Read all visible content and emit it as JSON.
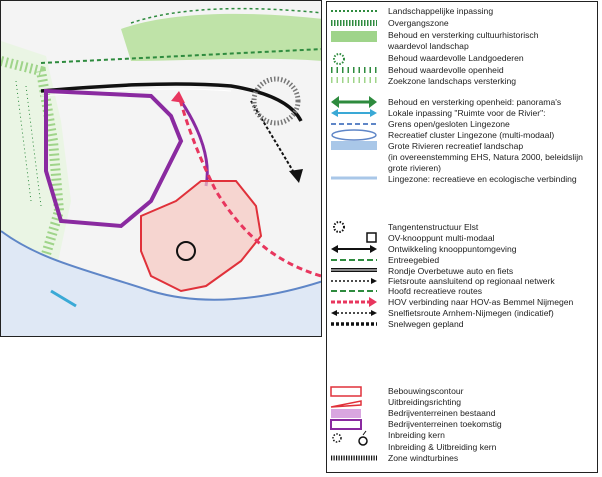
{
  "colors": {
    "green_dark": "#2e8b3e",
    "green_light": "#9fd48a",
    "purple": "#8a2aa0",
    "purple_light": "#d9a6e0",
    "red": "#e0313a",
    "red_fill": "#f6c8c0",
    "pink_dash": "#e8365e",
    "blue_light": "#a9c7e8",
    "blue_line": "#5f86c7",
    "cyan": "#3aa9d6",
    "black": "#111111"
  },
  "legend": {
    "items": [
      {
        "label": "Landschappelijke inpassing",
        "icon": "green-dotted-line-icon"
      },
      {
        "label": "Overgangszone",
        "icon": "green-hatched-band-icon"
      },
      {
        "label": "Behoud en versterking cultuurhistorisch",
        "icon": "green-area-icon"
      },
      {
        "label": "waardevol landschap",
        "icon": ""
      },
      {
        "label": "Behoud waardevolle Landgoederen",
        "icon": "dotted-circle-green-icon"
      },
      {
        "label": "Behoud waardevolle openheid",
        "icon": "green-stripes-icon"
      },
      {
        "label": "Zoekzone landschaps versterking",
        "icon": "light-green-stripes-icon"
      },
      {
        "label": "Behoud en versterking openheid: panorama's",
        "icon": "green-double-arrow-icon"
      },
      {
        "label": "Lokale inpassing \"Ruimte voor de Rivier\":",
        "icon": "cyan-double-arrow-icon"
      },
      {
        "label": "Grens open/gesloten Lingezone",
        "icon": "blue-dash-line-icon"
      },
      {
        "label": "Recreatief cluster Lingezone (multi-modaal)",
        "icon": "blue-ellipse-icon"
      },
      {
        "label": "Grote Rivieren recreatief landschap",
        "icon": "blue-area-icon"
      },
      {
        "label": "(in overeenstemming EHS, Natura 2000, beleidslijn",
        "icon": ""
      },
      {
        "label": "grote rivieren)",
        "icon": ""
      },
      {
        "label": "Lingezone: recreatieve en ecologische verbinding",
        "icon": "light-blue-line-icon"
      },
      {
        "label": "Tangentenstructuur Elst",
        "icon": "dotted-circle-black-icon"
      },
      {
        "label": "OV-knooppunt multi-modaal",
        "icon": "square-icon"
      },
      {
        "label": "Ontwikkeling knooppuntomgeving",
        "icon": "black-double-arrow-icon"
      },
      {
        "label": "Entreegebied",
        "icon": "green-dash-line-icon"
      },
      {
        "label": "Rondje Overbetuwe auto en fiets",
        "icon": "double-black-line-icon"
      },
      {
        "label": "Fietsroute aansluitend op regionaal netwerk",
        "icon": "dotted-arrow-icon"
      },
      {
        "label": "Hoofd recreatieve routes",
        "icon": "green-dash-line-icon"
      },
      {
        "label": "HOV verbinding naar HOV-as Bemmel Nijmegen",
        "icon": "pink-dashed-arrow-icon"
      },
      {
        "label": "Snelfietsroute Arnhem-Nijmegen (indicatief)",
        "icon": "dotted-double-arrow-icon"
      },
      {
        "label": "Snelwegen gepland",
        "icon": "thick-dotted-line-icon"
      },
      {
        "label": "Bebouwingscontour",
        "icon": "red-outline-box-icon"
      },
      {
        "label": "Uitbreidingsrichting",
        "icon": "red-wedge-icon"
      },
      {
        "label": "Bedrijventerreinen bestaand",
        "icon": "purple-light-box-icon"
      },
      {
        "label": "Bedrijventerreinen toekomstig",
        "icon": "purple-box-icon"
      },
      {
        "label": "Inbreiding kern",
        "icon": "dotted-ring-icon"
      },
      {
        "label": "Inbreiding & Uitbreiding kern",
        "icon": "ring-arrow-icon"
      },
      {
        "label": "Zone windturbines",
        "icon": "comb-line-icon"
      }
    ]
  }
}
